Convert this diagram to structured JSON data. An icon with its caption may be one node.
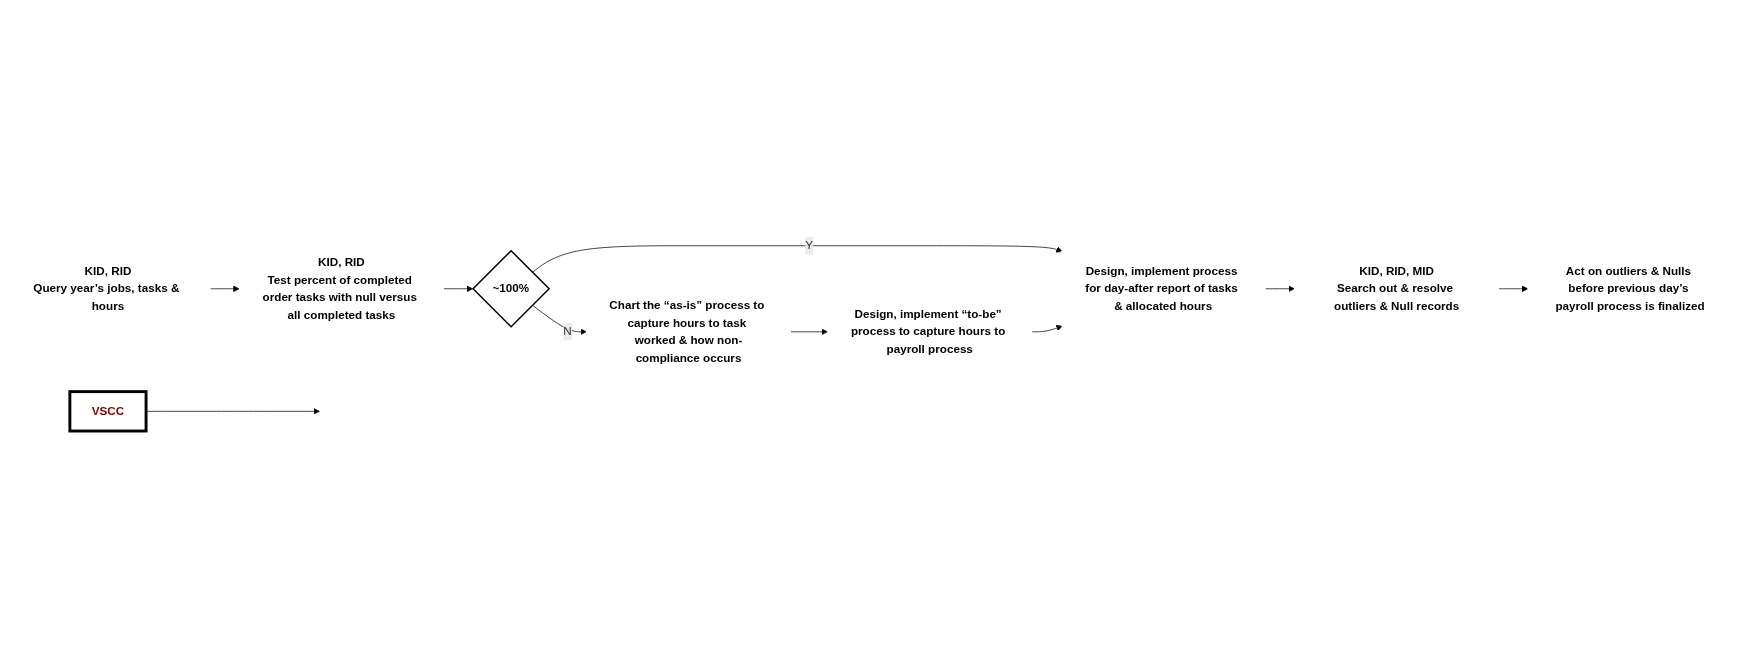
{
  "diagram": {
    "nodes": [
      {
        "text": [
          "KID, RID",
          "Query year’s jobs, tasks & hours"
        ]
      },
      {
        "text": [
          "KID, RID",
          "Test percent of completed order tasks with null versus all completed tasks"
        ]
      },
      {
        "text": [
          "~100%"
        ]
      },
      {
        "text": [
          "Chart the “as-is” process to capture hours to task worked & how non-compliance occurs"
        ]
      },
      {
        "text": [
          "Design, implement “to-be” process to capture hours to payroll process"
        ]
      },
      {
        "text": [
          "Design, implement process for day-after report of tasks & allocated hours"
        ]
      },
      {
        "text": [
          "KID, RID, MID",
          "Search out & resolve outliers & Null records"
        ]
      },
      {
        "text": [
          "Act on outliers & Nulls before previous day’s payroll process is finalized"
        ]
      },
      {
        "text": [
          "VSCC"
        ]
      }
    ],
    "edges": [
      {
        "from": 0,
        "to": 1,
        "arrow": "to"
      },
      {
        "from": 1,
        "to": 2,
        "arrow": "to"
      },
      {
        "from": 2,
        "to": 3,
        "arrow": "to",
        "label": "N"
      },
      {
        "from": 3,
        "to": 4,
        "arrow": "to"
      },
      {
        "from": 2,
        "to": 5,
        "arrow": "to",
        "label": "Y"
      },
      {
        "from": 4,
        "to": 5,
        "arrow": "to"
      },
      {
        "from": 5,
        "to": 6,
        "arrow": "to"
      },
      {
        "from": 6,
        "to": 7,
        "arrow": "to"
      },
      {
        "from": 8,
        "to": null,
        "arrow": "to"
      }
    ]
  }
}
